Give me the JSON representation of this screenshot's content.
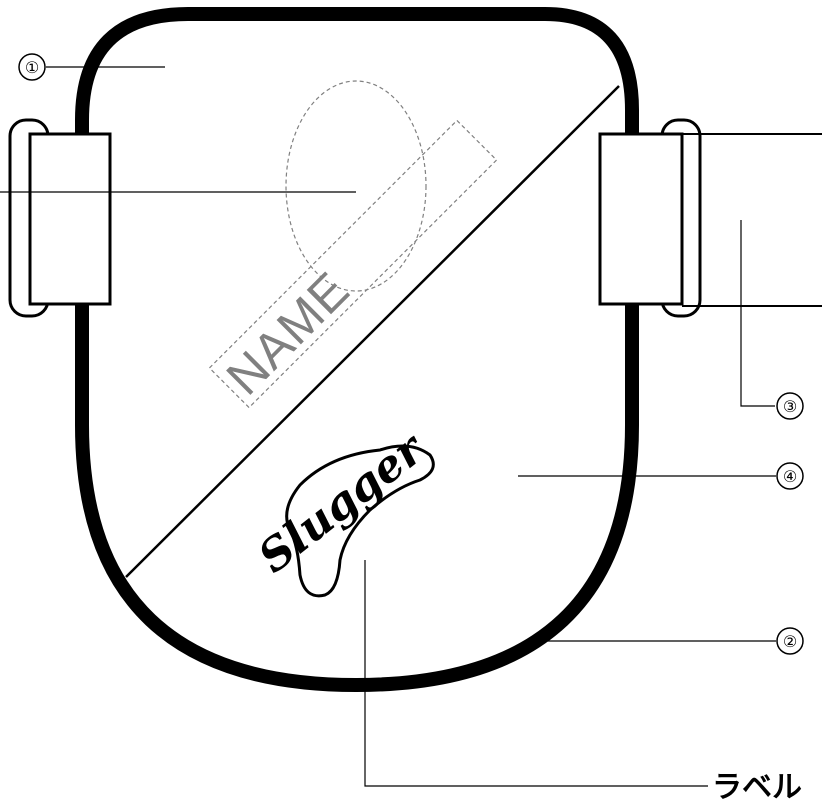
{
  "callouts": {
    "c1": "①",
    "c2": "②",
    "c3": "③",
    "c4": "④",
    "label": "ラベル"
  },
  "name_placeholder": "NAME",
  "logo": {
    "wordmark": "Slugger"
  },
  "colors": {
    "outline": "#000000",
    "dashed": "#808080",
    "name_text": "#808080",
    "background": "#ffffff"
  }
}
